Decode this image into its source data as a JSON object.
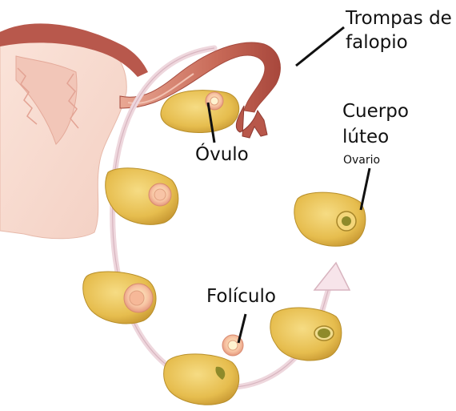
{
  "labels": {
    "tubes_line1": "Trompas de",
    "tubes_line2": "falopio",
    "corpus_line1": "Cuerpo",
    "corpus_line2": "lúteo",
    "ovary": "Ovario",
    "ovum": "Óvulo",
    "follicle": "Folículo"
  },
  "colors": {
    "uterus": "#f8dbd0",
    "uterus_dark": "#b34e44",
    "ovary_fill": "#e8c054",
    "ovary_edge": "#b88f2a",
    "follicle_fill": "#f3b8a0",
    "cycle_arrow": "#e7c9d0",
    "leader_line": "#111111"
  }
}
